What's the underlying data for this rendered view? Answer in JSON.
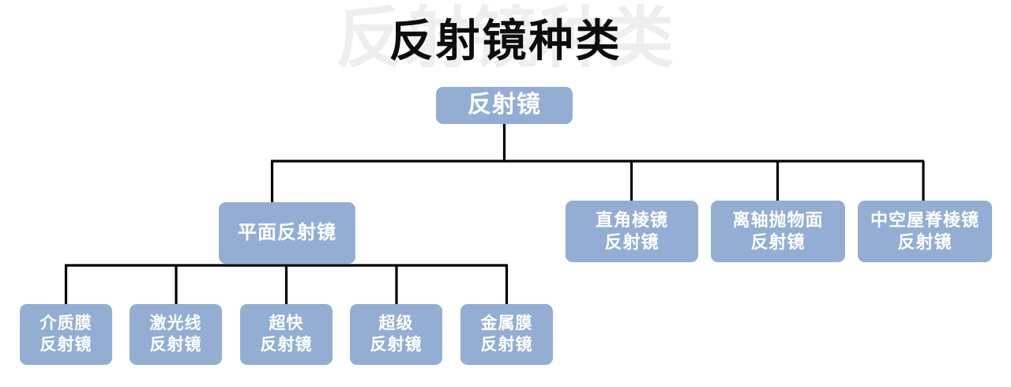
{
  "title": {
    "text": "反射镜种类",
    "watermark": "反射镜种类"
  },
  "colors": {
    "node_fill": "#93aed2",
    "node_text": "#ffffff",
    "connector": "#000000",
    "title_text": "#0d0d0d",
    "watermark_text": "#eeeeee",
    "background": "#ffffff"
  },
  "chart_data": {
    "type": "diagram",
    "diagram_kind": "tree",
    "title": "反射镜种类",
    "root": "反射镜",
    "nodes": [
      {
        "id": "root",
        "label": "反射镜",
        "level": 0,
        "parent": null
      },
      {
        "id": "l2-1",
        "label": "平面反射镜",
        "level": 1,
        "parent": "root"
      },
      {
        "id": "l2-2",
        "label": "直角棱镜\n反射镜",
        "level": 1,
        "parent": "root"
      },
      {
        "id": "l2-3",
        "label": "离轴抛物面\n反射镜",
        "level": 1,
        "parent": "root"
      },
      {
        "id": "l2-4",
        "label": "中空屋脊棱镜\n反射镜",
        "level": 1,
        "parent": "root"
      },
      {
        "id": "l3-1",
        "label": "介质膜\n反射镜",
        "level": 2,
        "parent": "l2-1"
      },
      {
        "id": "l3-2",
        "label": "激光线\n反射镜",
        "level": 2,
        "parent": "l2-1"
      },
      {
        "id": "l3-3",
        "label": "超快\n反射镜",
        "level": 2,
        "parent": "l2-1"
      },
      {
        "id": "l3-4",
        "label": "超级\n反射镜",
        "level": 2,
        "parent": "l2-1"
      },
      {
        "id": "l3-5",
        "label": "金属膜\n反射镜",
        "level": 2,
        "parent": "l2-1"
      }
    ],
    "edges": [
      {
        "from": "root",
        "to": "l2-1"
      },
      {
        "from": "root",
        "to": "l2-2"
      },
      {
        "from": "root",
        "to": "l2-3"
      },
      {
        "from": "root",
        "to": "l2-4"
      },
      {
        "from": "l2-1",
        "to": "l3-1"
      },
      {
        "from": "l2-1",
        "to": "l3-2"
      },
      {
        "from": "l2-1",
        "to": "l3-3"
      },
      {
        "from": "l2-1",
        "to": "l3-4"
      },
      {
        "from": "l2-1",
        "to": "l3-5"
      }
    ]
  },
  "nodes": {
    "root": {
      "label": "反射镜"
    },
    "l2_1": {
      "label": "平面反射镜"
    },
    "l2_2": {
      "label": "直角棱镜\n反射镜"
    },
    "l2_3": {
      "label": "离轴抛物面\n反射镜"
    },
    "l2_4": {
      "label": "中空屋脊棱镜\n反射镜"
    },
    "l3_1": {
      "label": "介质膜\n反射镜"
    },
    "l3_2": {
      "label": "激光线\n反射镜"
    },
    "l3_3": {
      "label": "超快\n反射镜"
    },
    "l3_4": {
      "label": "超级\n反射镜"
    },
    "l3_5": {
      "label": "金属膜\n反射镜"
    }
  }
}
